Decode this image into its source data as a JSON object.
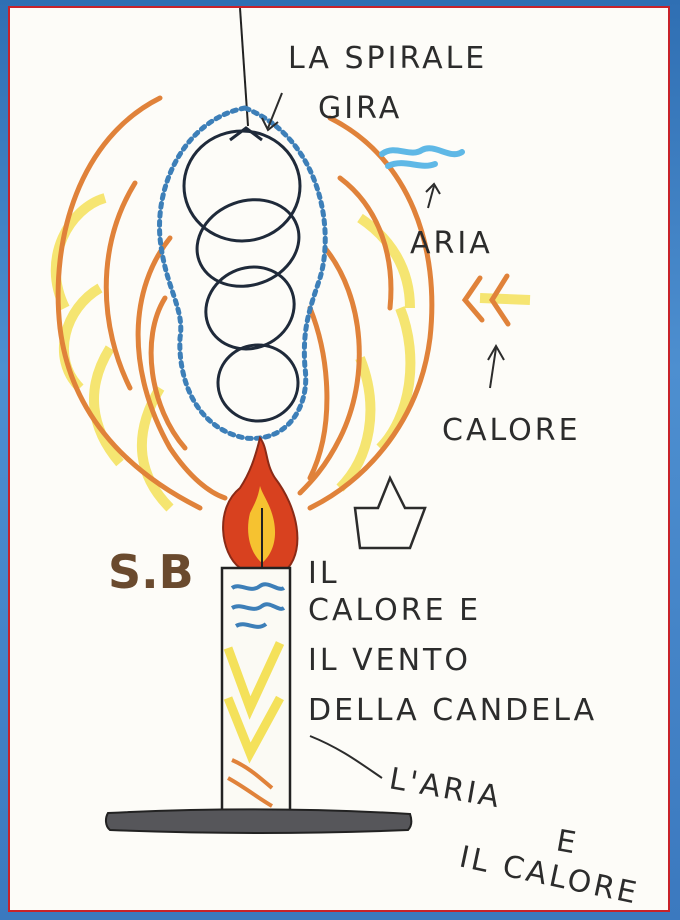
{
  "labels": {
    "spiral_line1": "LA SPIRALE",
    "spiral_line2": "GIRA",
    "aria": "ARIA",
    "calore": "CALORE",
    "initials": "S.B",
    "heat_line1": "IL",
    "heat_line2": "CALORE E",
    "heat_line3": "IL VENTO",
    "heat_line4": "DELLA CANDELA",
    "air_line1": "L'ARIA",
    "air_line2": "E",
    "air_line3": "IL CALORE"
  },
  "colors": {
    "frame_border": "#c8222a",
    "background": "#3b79bf",
    "heat_orange": "#e0823a",
    "heat_yellow": "#f4e15a",
    "air_blue": "#5fb8e6",
    "spiral_ink": "#1f2a3a",
    "flame_red": "#d8411f",
    "flame_yellow": "#f6c230",
    "ink": "#2c2c2c"
  }
}
